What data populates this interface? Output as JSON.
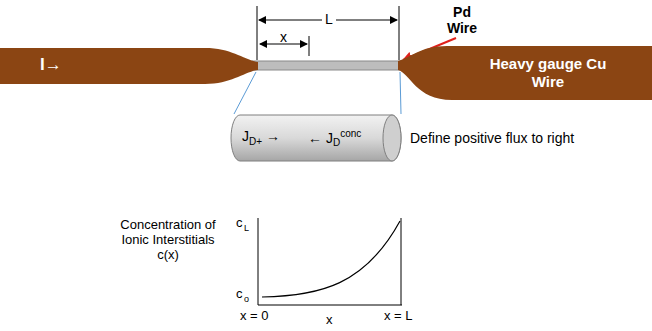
{
  "diagram": {
    "nodes": [
      {
        "text": [
          "I→"
        ]
      },
      {
        "text": [
          "Heavy gauge Cu Wire"
        ]
      },
      {
        "text": [
          "J",
          "D+",
          "→",
          "←",
          "J",
          "D",
          "conc"
        ]
      }
    ],
    "labels": [
      "L",
      "x",
      "Pd Wire",
      "Define positive flux to right",
      "Concentration of Ionic Interstitials c(x)",
      "c",
      "L",
      "c",
      "o",
      "x = 0",
      "x",
      "x = L"
    ]
  }
}
